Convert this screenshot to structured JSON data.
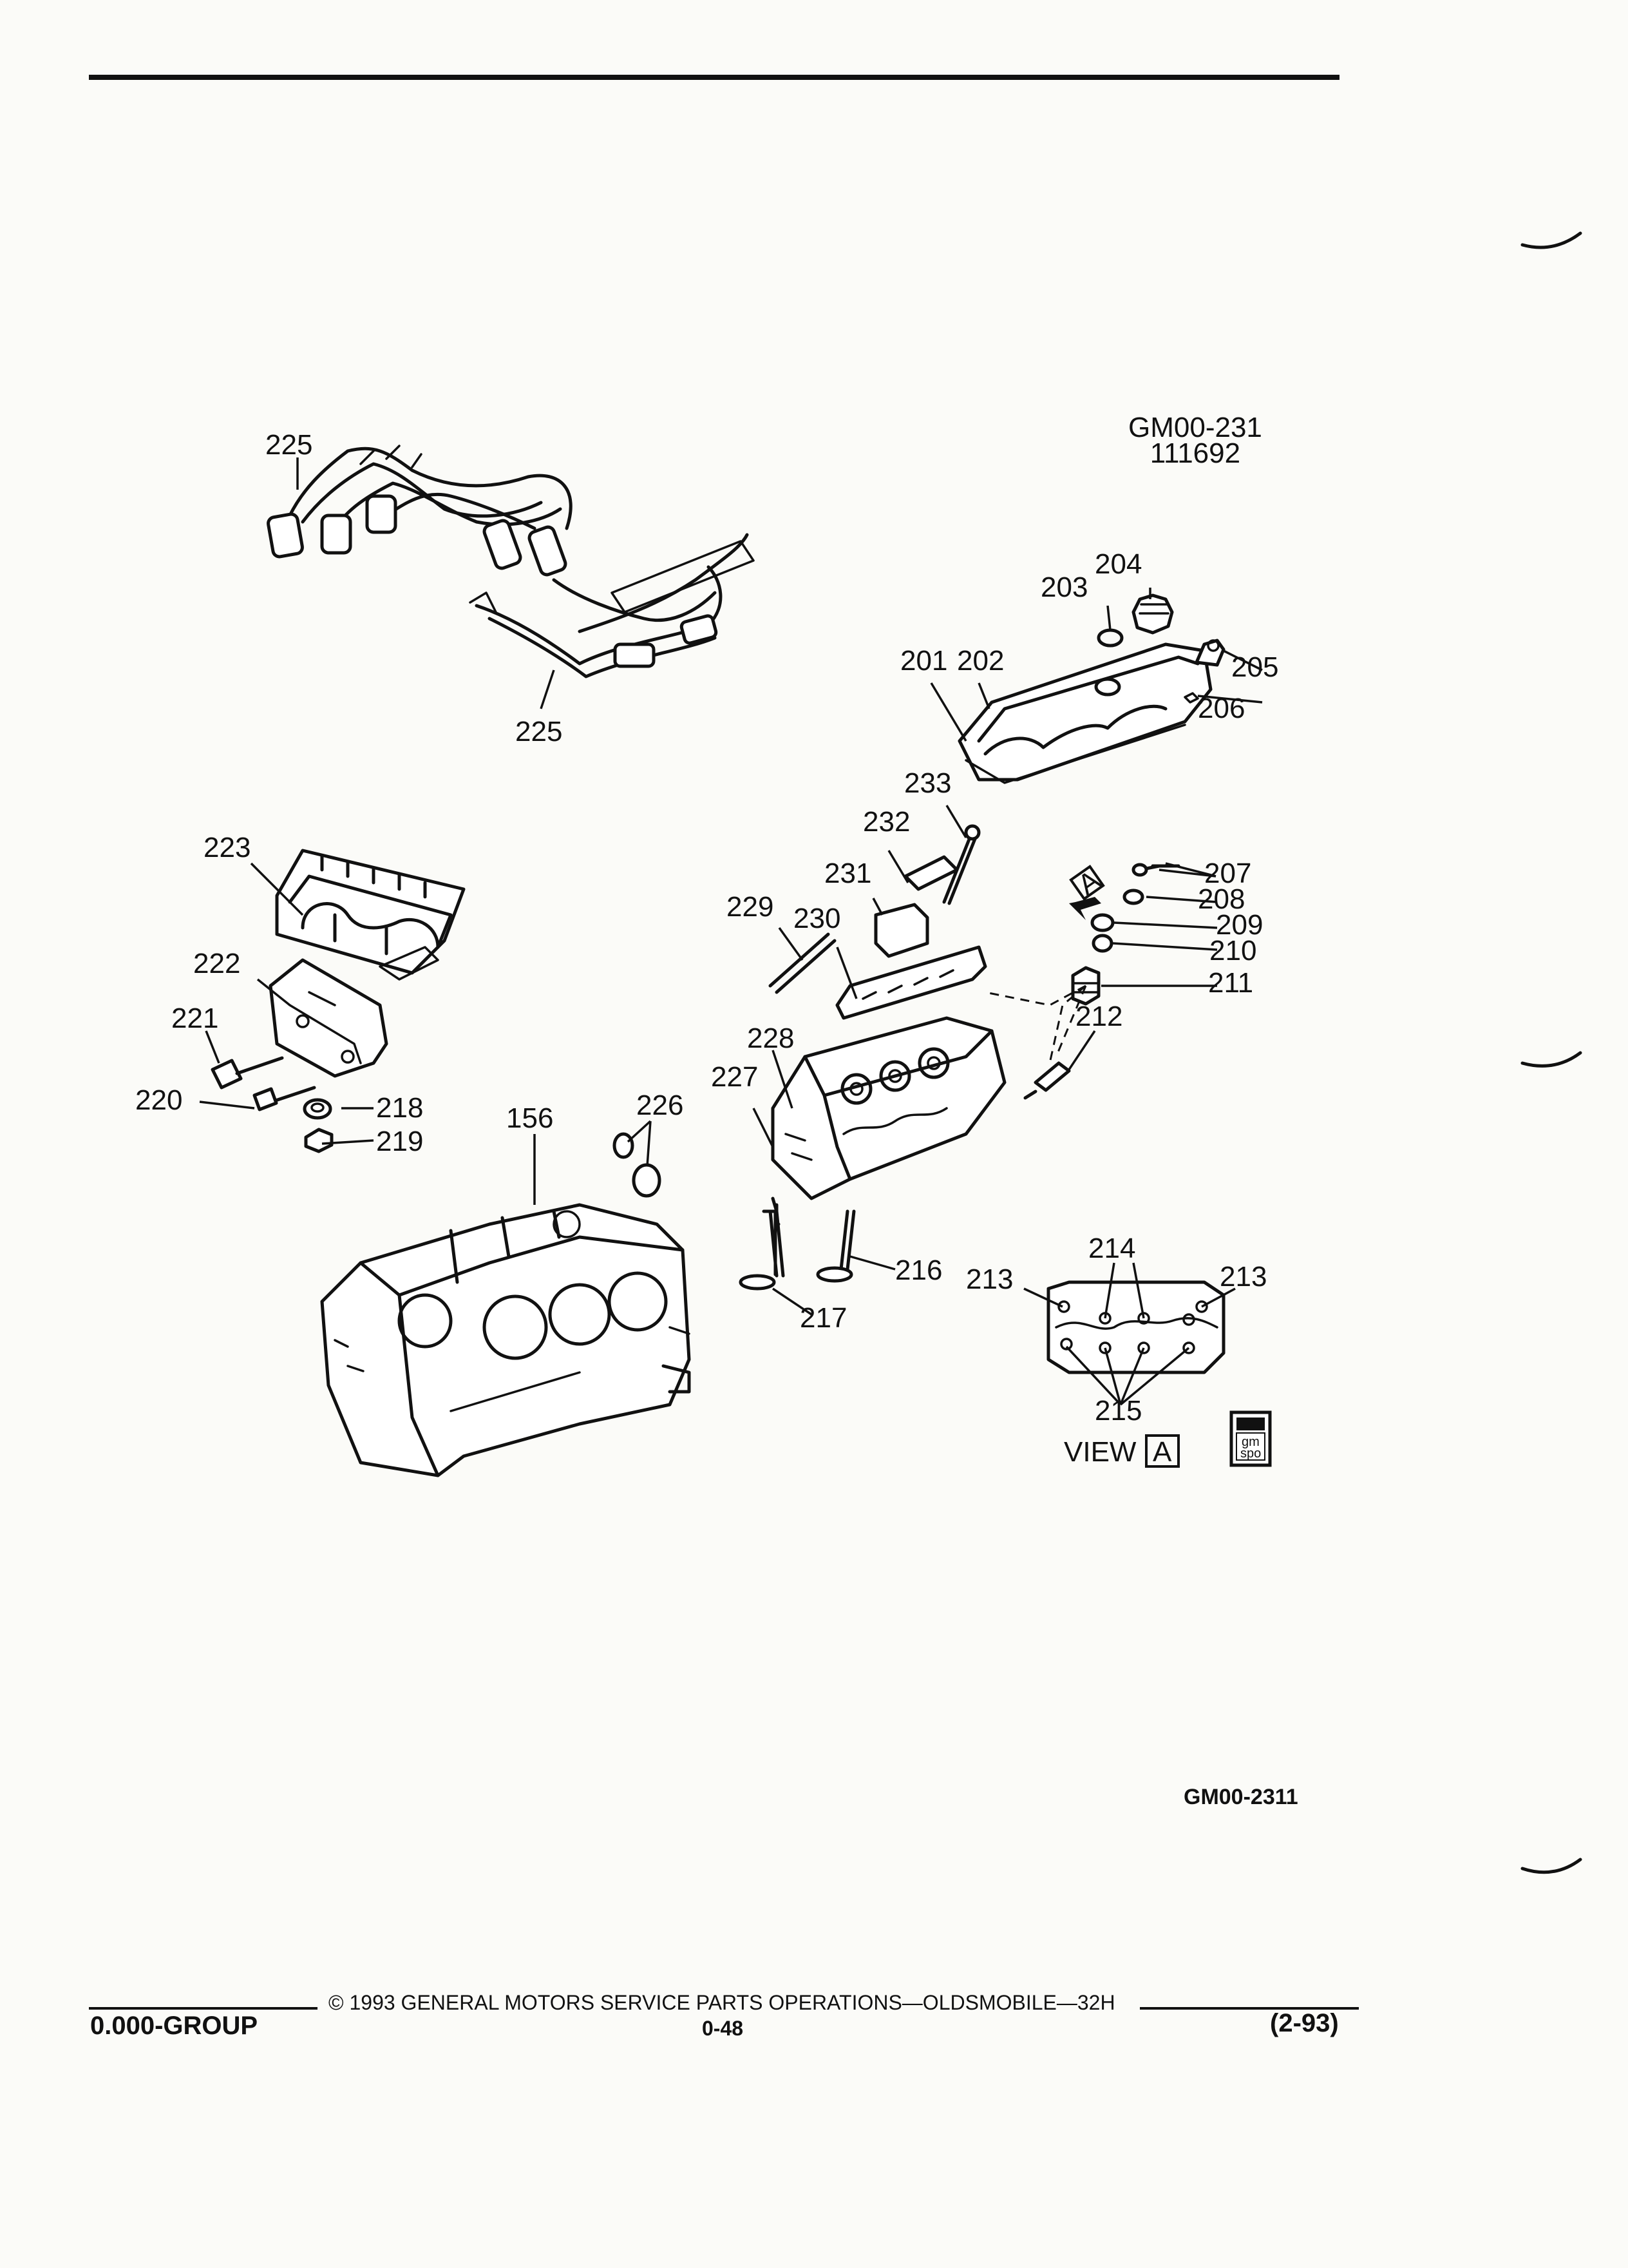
{
  "header": {
    "ref_code_line1": "GM00-231",
    "ref_code_line2": "111692"
  },
  "labels": {
    "p156": "156",
    "p201": "201",
    "p202": "202",
    "p203": "203",
    "p204": "204",
    "p205": "205",
    "p206": "206",
    "p207": "207",
    "p208": "208",
    "p209": "209",
    "p210": "210",
    "p211": "211",
    "p212": "212",
    "p213a": "213",
    "p213b": "213",
    "p214": "214",
    "p215": "215",
    "p216": "216",
    "p217": "217",
    "p218": "218",
    "p219": "219",
    "p220": "220",
    "p221": "221",
    "p222": "222",
    "p223": "223",
    "p225a": "225",
    "p225b": "225",
    "p226": "226",
    "p227": "227",
    "p228": "228",
    "p229": "229",
    "p230": "230",
    "p231": "231",
    "p232": "232",
    "p233": "233"
  },
  "view_callout": {
    "text": "VIEW",
    "letter": "A",
    "arrow_letter": "A"
  },
  "logo": {
    "line1": "gm",
    "line2": "spo"
  },
  "bottom_code": "GM00-2311",
  "footer": {
    "copyright": "© 1993 GENERAL MOTORS SERVICE PARTS OPERATIONS—OLDSMOBILE—32H",
    "group": "0.000-GROUP",
    "page": "0-48",
    "date": "(2-93)"
  }
}
